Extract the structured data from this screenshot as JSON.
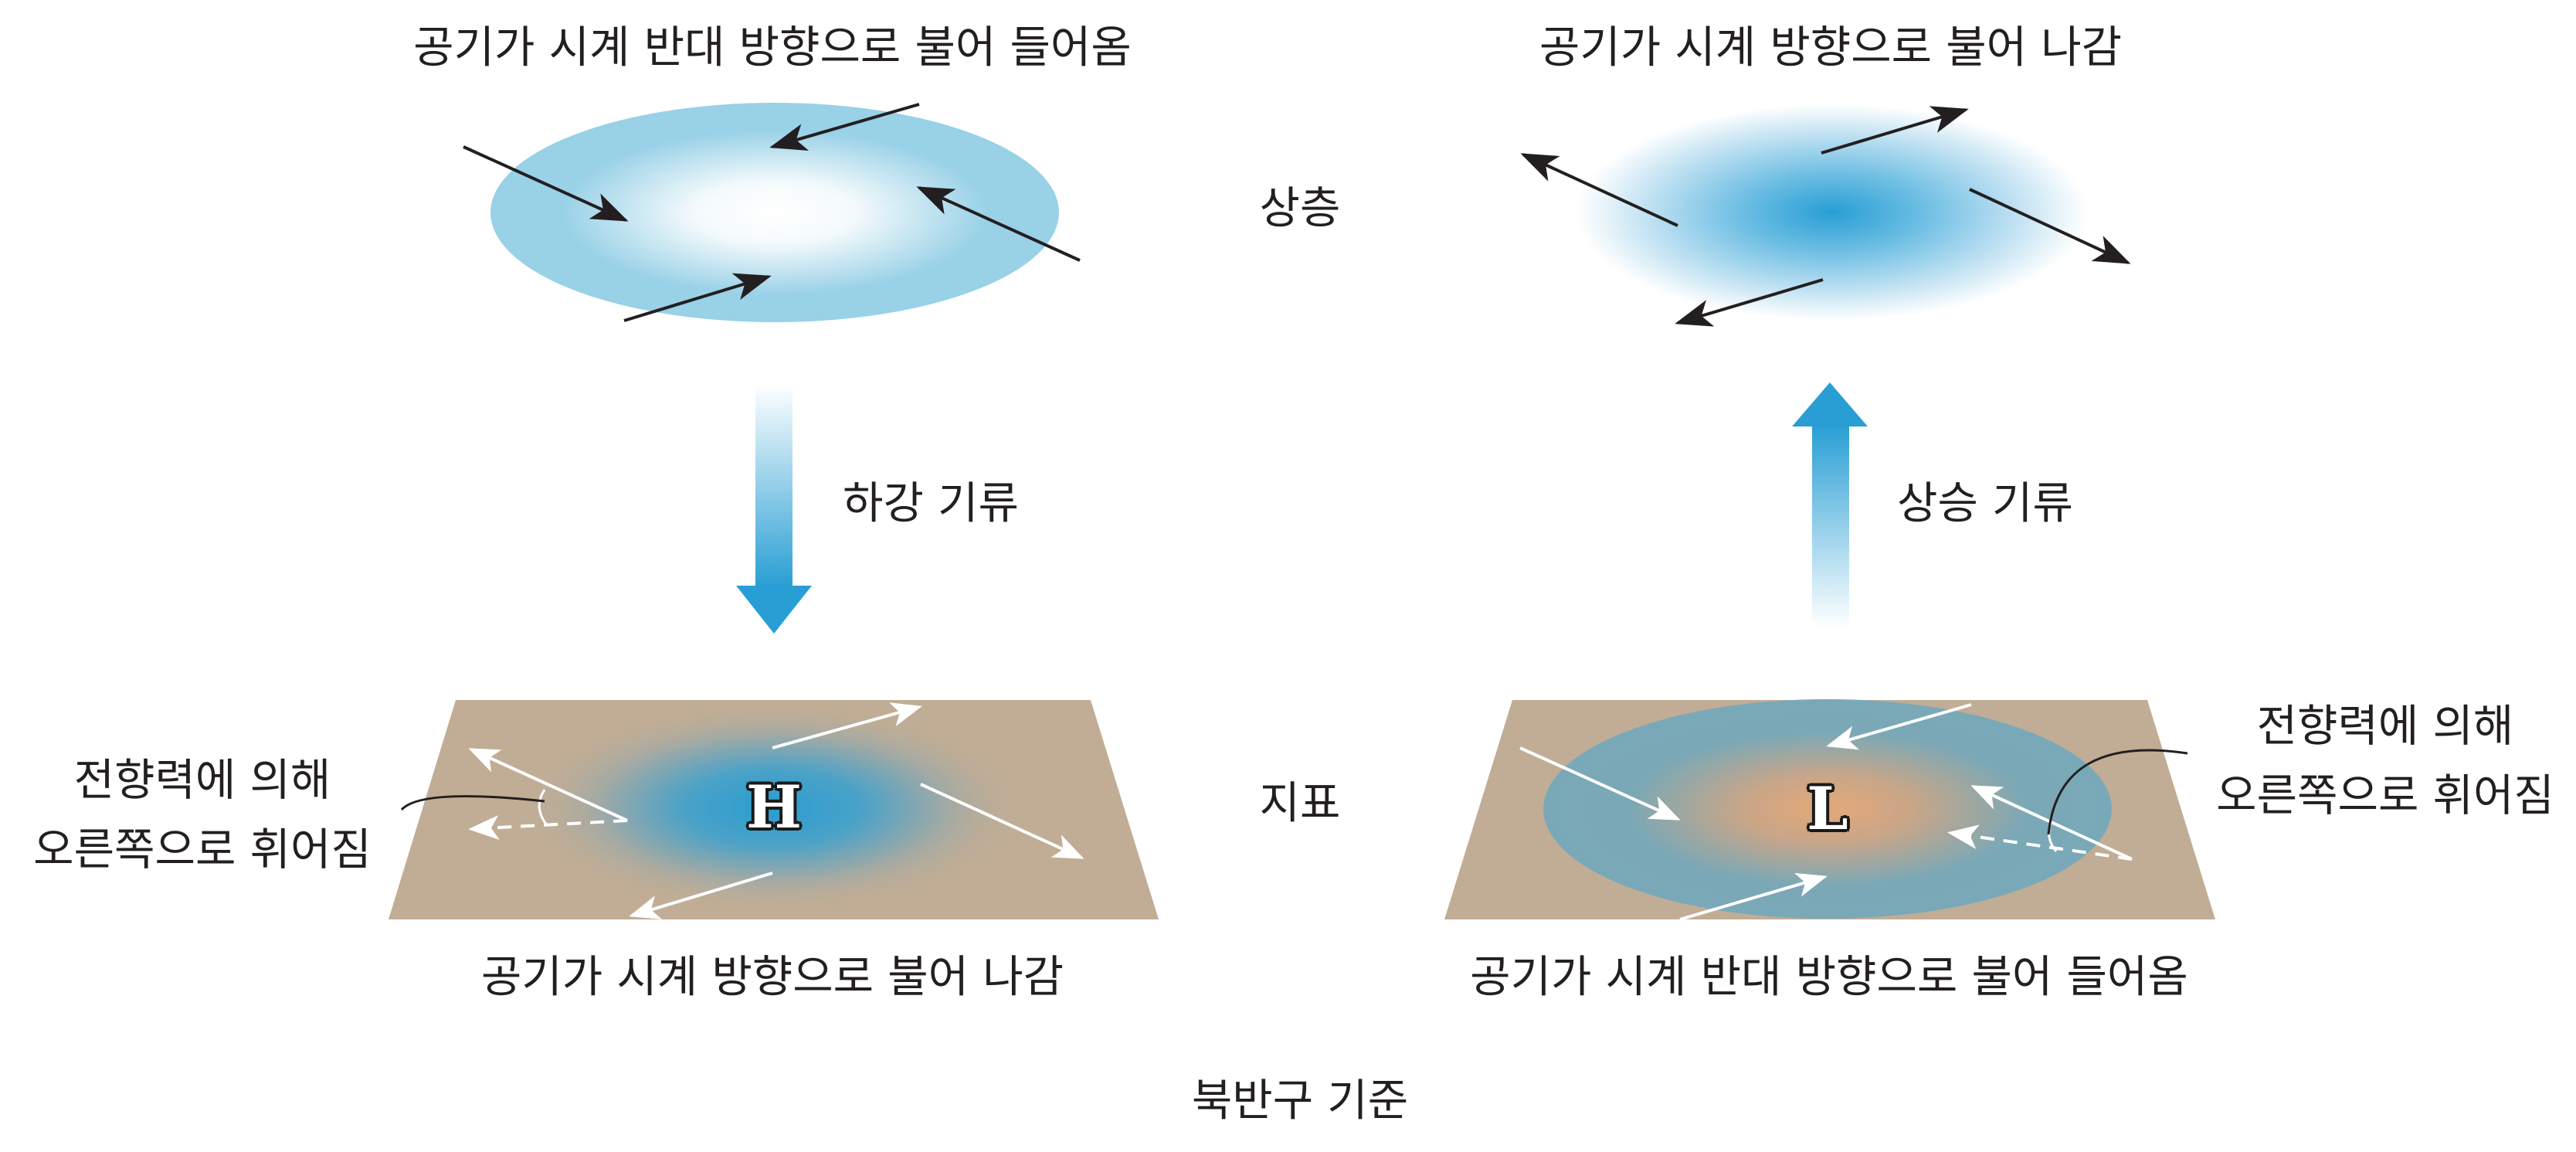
{
  "colors": {
    "light_blue": "#99d1e7",
    "deep_blue": "#289ed4",
    "ground_tan": "#c1ad95",
    "low_ellipse": "#79a9b8",
    "warm_center": "#d0a781",
    "arrow_dark": "#231f20",
    "arrow_white": "#ffffff"
  },
  "left": {
    "upper_caption": "공기가 시계 반대 방향으로 불어 들어옴",
    "flow_label": "하강 기류",
    "pressure_mark": "H",
    "coriolis_line1": "전향력에 의해",
    "coriolis_line2": "오른쪽으로 휘어짐",
    "surface_caption": "공기가 시계 방향으로 불어 나감"
  },
  "right": {
    "upper_caption": "공기가 시계 방향으로 불어 나감",
    "flow_label": "상승 기류",
    "pressure_mark": "L",
    "coriolis_line1": "전향력에 의해",
    "coriolis_line2": "오른쪽으로 휘어짐",
    "surface_caption": "공기가 시계 반대 방향으로 불어 들어옴"
  },
  "layers": {
    "upper": "상층",
    "surface": "지표"
  },
  "footnote": "북반구 기준"
}
